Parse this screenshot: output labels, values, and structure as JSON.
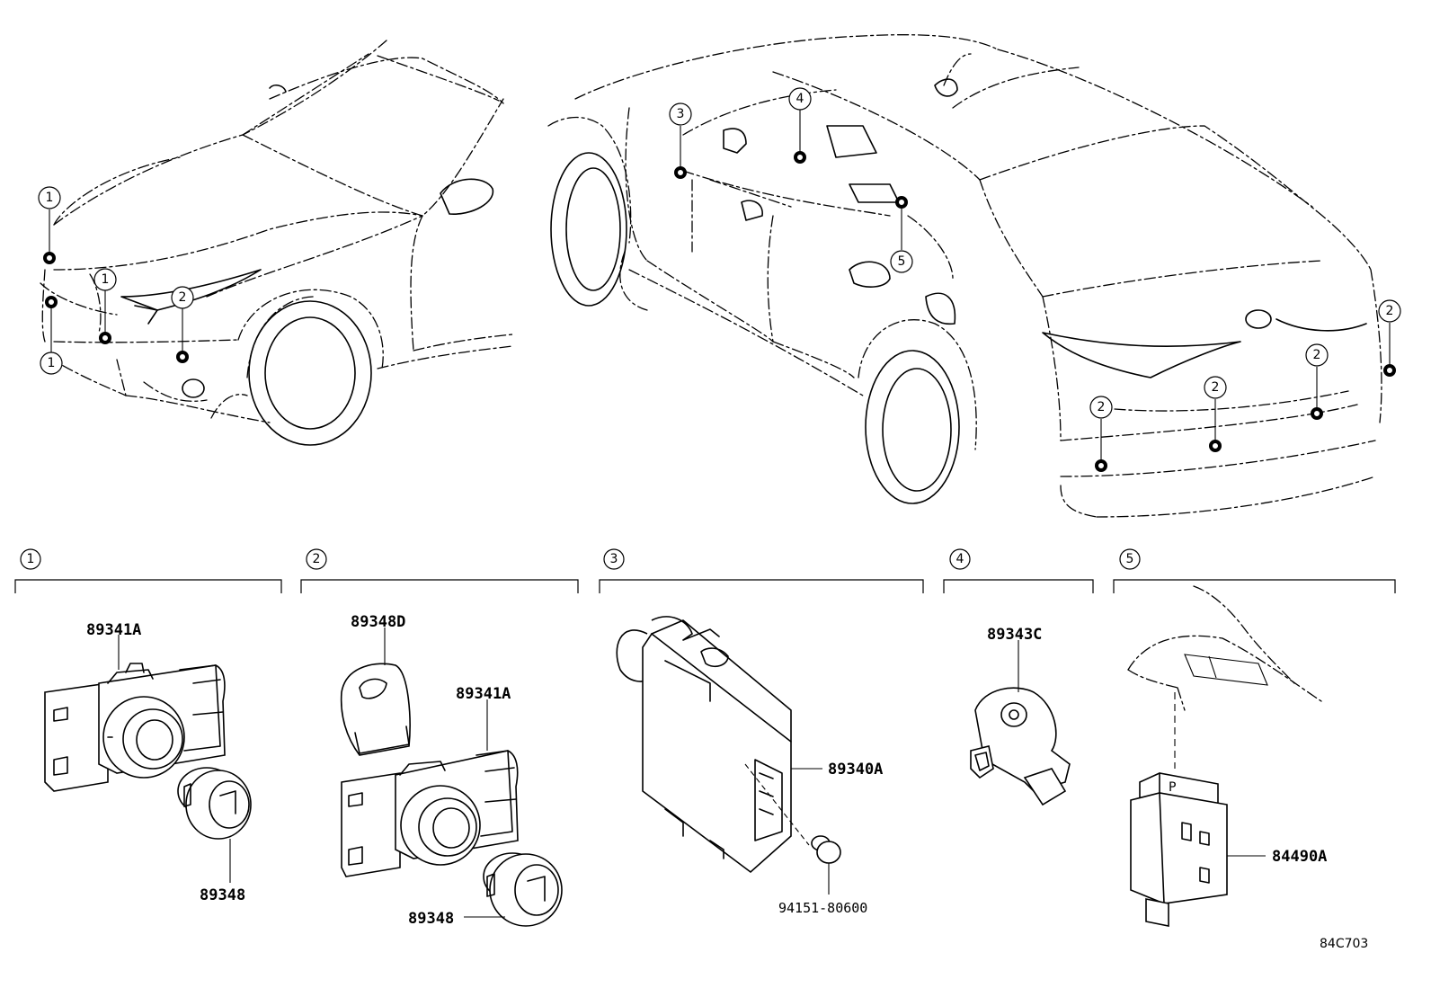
{
  "diagram": {
    "figure_code": "84C703",
    "front_view_callouts": [
      "1",
      "1",
      "1",
      "2"
    ],
    "rear_view_callouts": [
      "3",
      "4",
      "5",
      "2",
      "2",
      "2",
      "2"
    ],
    "sections": [
      {
        "number": "1",
        "parts": [
          "89341A",
          "89348"
        ]
      },
      {
        "number": "2",
        "parts": [
          "89348D",
          "89341A",
          "89348"
        ]
      },
      {
        "number": "3",
        "parts": [
          "89340A",
          "94151-80600"
        ]
      },
      {
        "number": "4",
        "parts": [
          "89343C"
        ]
      },
      {
        "number": "5",
        "parts": [
          "84490A"
        ]
      }
    ]
  }
}
